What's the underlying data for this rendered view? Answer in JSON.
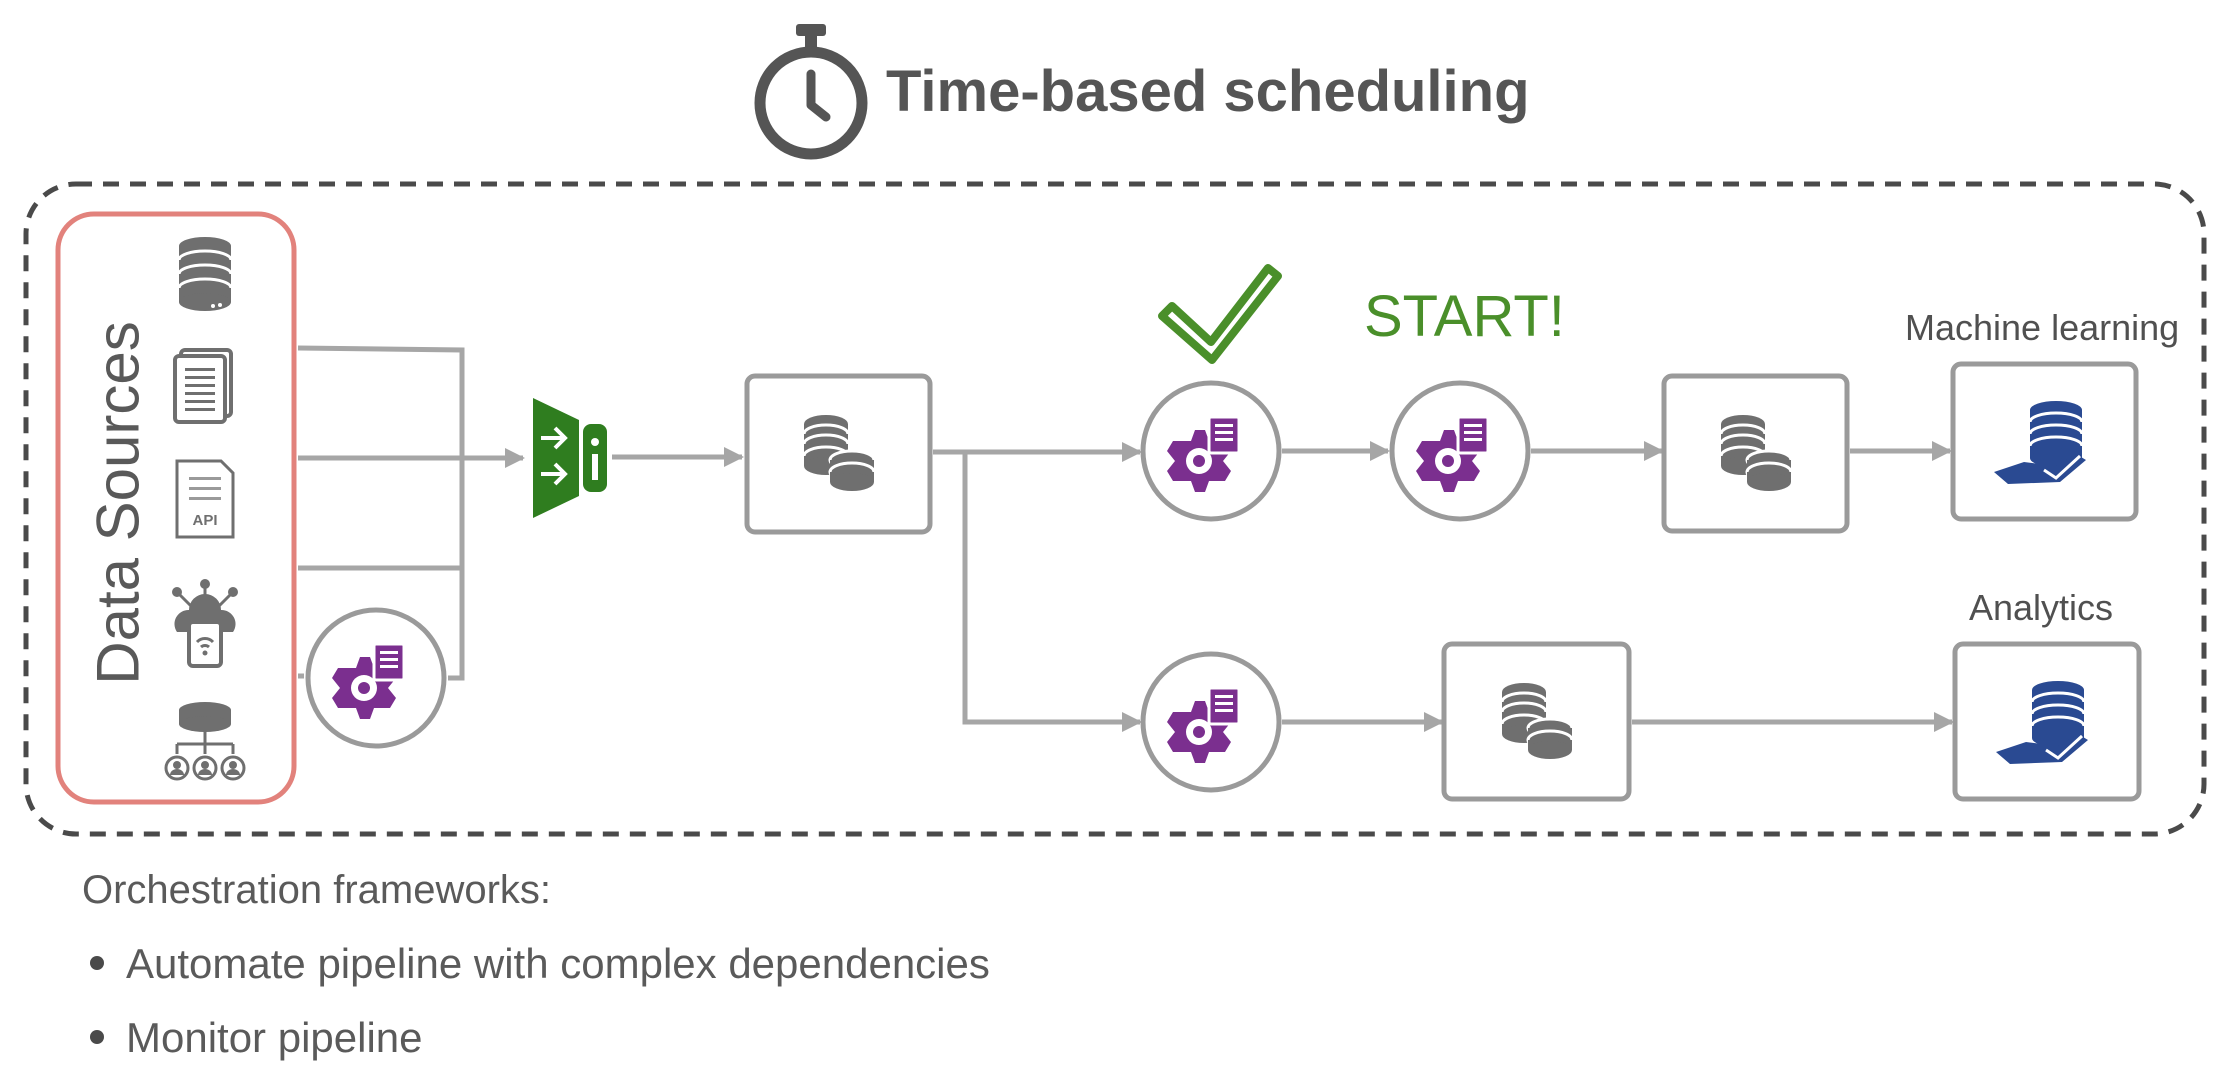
{
  "title": "Time-based scheduling",
  "sources_label": "Data Sources",
  "source_icons": [
    "database-icon",
    "document-icon",
    "api-document-icon",
    "iot-cloud-icon",
    "user-network-icon"
  ],
  "api_badge": "API",
  "start_label": "START!",
  "outputs": {
    "machine_learning": "Machine learning",
    "analytics": "Analytics"
  },
  "notes": {
    "heading": "Orchestration frameworks:",
    "items": [
      "Automate pipeline with complex dependencies",
      "Monitor pipeline"
    ]
  },
  "colors": {
    "task": "#7b2f8f",
    "ingest": "#2f7d1f",
    "check": "#4a8f2a",
    "output": "#2a4a92",
    "source_border": "#e2827c",
    "frame": "#4a4a4a",
    "line": "#a6a6a6",
    "icon": "#6f6f6f"
  }
}
